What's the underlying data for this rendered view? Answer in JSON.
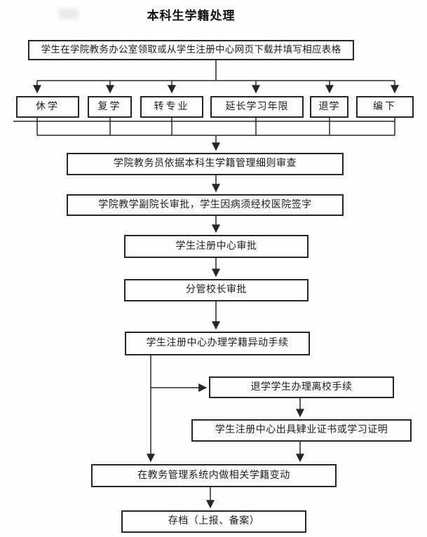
{
  "title": "本科生学籍处理",
  "diagram": {
    "type": "flowchart",
    "nodes": {
      "start": {
        "label": "学生在学院教务办公室领取或从学生注册中心网页下载并填写相应表格"
      },
      "types": [
        {
          "label": "休学"
        },
        {
          "label": "复学"
        },
        {
          "label": "转专业"
        },
        {
          "label": "延长学习年限"
        },
        {
          "label": "退学"
        },
        {
          "label": "编下"
        }
      ],
      "college_review": {
        "label": "学院教务员依据本科生学籍管理细则审查"
      },
      "vice_dean": {
        "label": "学院教学副院长审批，学生因病须经校医院签字"
      },
      "center_approve": {
        "label": "学生注册中心审批"
      },
      "vice_president": {
        "label": "分管校长审批"
      },
      "status_change": {
        "label": "学生注册中心办理学籍异动手续"
      },
      "leave_procedure": {
        "label": "退学学生办理离校手续"
      },
      "certificate": {
        "label": "学生注册中心出具肄业证书或学习证明"
      },
      "system_update": {
        "label": "在教务管理系统内做相关学籍变动"
      },
      "archive": {
        "label": "存档（上报、备案）"
      }
    },
    "edges": [
      {
        "from": "start",
        "to": "types.0"
      },
      {
        "from": "start",
        "to": "types.1"
      },
      {
        "from": "start",
        "to": "types.2"
      },
      {
        "from": "start",
        "to": "types.3"
      },
      {
        "from": "start",
        "to": "types.4"
      },
      {
        "from": "start",
        "to": "types.5"
      },
      {
        "from": "types.*",
        "to": "college_review"
      },
      {
        "from": "college_review",
        "to": "vice_dean"
      },
      {
        "from": "vice_dean",
        "to": "center_approve"
      },
      {
        "from": "center_approve",
        "to": "vice_president"
      },
      {
        "from": "vice_president",
        "to": "status_change"
      },
      {
        "from": "status_change",
        "to": "leave_procedure"
      },
      {
        "from": "status_change",
        "to": "system_update"
      },
      {
        "from": "leave_procedure",
        "to": "certificate"
      },
      {
        "from": "certificate",
        "to": "system_update"
      },
      {
        "from": "system_update",
        "to": "archive"
      }
    ],
    "colors": {
      "line": "#262626",
      "text": "#1c1c1c",
      "background": "#fefefe"
    }
  }
}
